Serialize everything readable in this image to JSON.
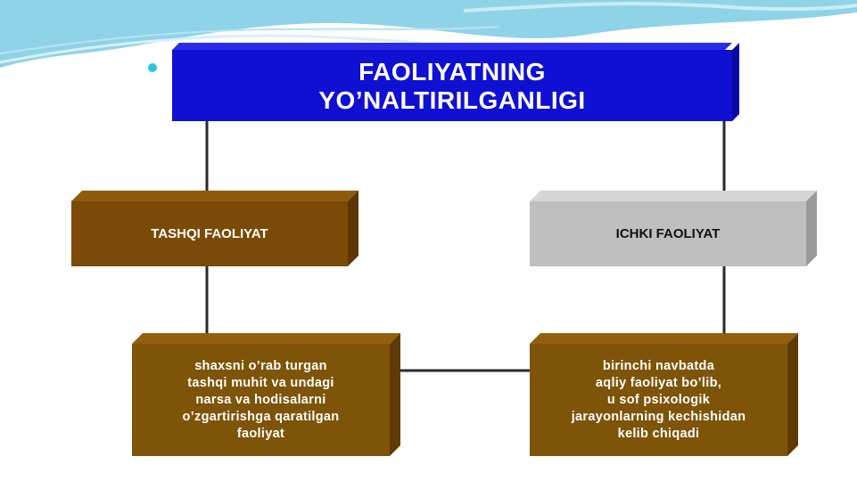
{
  "title": "FAOLIYATNING\nYO’NALTIRILGANLIGI",
  "left_branch": {
    "label": "TASHQI FAOLIYAT",
    "description": "shaxsni o’rab turgan\ntashqi muhit va undagi\nnarsa va hodisalarni\no’zgartirishga qaratilgan\nfaoliyat"
  },
  "right_branch": {
    "label": "ICHKI FAOLIYAT",
    "description": "birinchi navbatda\naqliy faoliyat bo’lib,\nu sof psixologik\njarayonlarning kechishidan\nkelib chiqadi"
  },
  "colors": {
    "title_box": "#1010d2",
    "tashqi_box": "#7a4a06",
    "ichki_box": "#bfbfbf",
    "description_box": "#7d5408",
    "bullet": "#28c6d6",
    "wave": "#8fd3e8"
  }
}
